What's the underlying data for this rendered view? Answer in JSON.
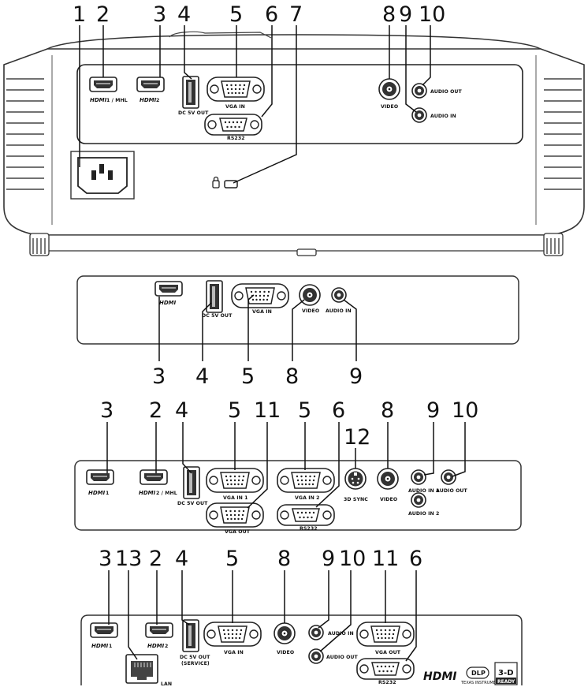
{
  "diagram1": {
    "numbers": [
      "1",
      "2",
      "3",
      "4",
      "5",
      "6",
      "7",
      "8",
      "9",
      "10"
    ],
    "labels": {
      "hdmi1_brand": "HDMI",
      "hdmi1_suffix": "1 / MHL",
      "hdmi2_brand": "HDMI",
      "hdmi2_suffix": "2",
      "dc5v": "DC 5V OUT",
      "vga_in": "VGA IN",
      "rs232": "RS232",
      "video": "VIDEO",
      "audio_out": "AUDIO OUT",
      "audio_in": "AUDIO IN"
    }
  },
  "diagram2": {
    "numbers": [
      "3",
      "4",
      "5",
      "8",
      "9"
    ],
    "labels": {
      "hdmi_brand": "HDMI",
      "dc5v": "DC 5V OUT",
      "vga_in": "VGA IN",
      "video": "VIDEO",
      "audio_in": "AUDIO IN"
    }
  },
  "diagram3": {
    "numbers": [
      "3",
      "2",
      "4",
      "5",
      "11",
      "5",
      "6",
      "12",
      "8",
      "9",
      "10"
    ],
    "labels": {
      "hdmi1_brand": "HDMI",
      "hdmi1_suffix": "1",
      "hdmi2_brand": "HDMI",
      "hdmi2_suffix": "2 / MHL",
      "dc5v": "DC 5V OUT",
      "vga_in1": "VGA IN 1",
      "vga_in2": "VGA IN 2",
      "vga_out": "VGA OUT",
      "rs232": "RS232",
      "sync3d": "3D SYNC",
      "video": "VIDEO",
      "audio_in1": "AUDIO IN 1",
      "audio_in2": "AUDIO IN 2",
      "audio_out": "AUDIO OUT"
    }
  },
  "diagram4": {
    "numbers": [
      "3",
      "13",
      "2",
      "4",
      "5",
      "8",
      "9",
      "10",
      "11",
      "6"
    ],
    "labels": {
      "hdmi1_brand": "HDMI",
      "hdmi1_suffix": "1",
      "hdmi2_brand": "HDMI",
      "hdmi2_suffix": "2",
      "lan": "LAN",
      "dc5v": "DC 5V OUT",
      "service": "(SERVICE)",
      "vga_in": "VGA IN",
      "video": "VIDEO",
      "audio_in": "AUDIO IN",
      "audio_out": "AUDIO OUT",
      "vga_out": "VGA OUT",
      "rs232": "RS232",
      "logo_hdmi": "HDMI",
      "logo_dlp": "DLP",
      "logo_ti": "TEXAS INSTRUMENTS",
      "logo_3d": "3-D",
      "logo_ready": "READY"
    }
  }
}
